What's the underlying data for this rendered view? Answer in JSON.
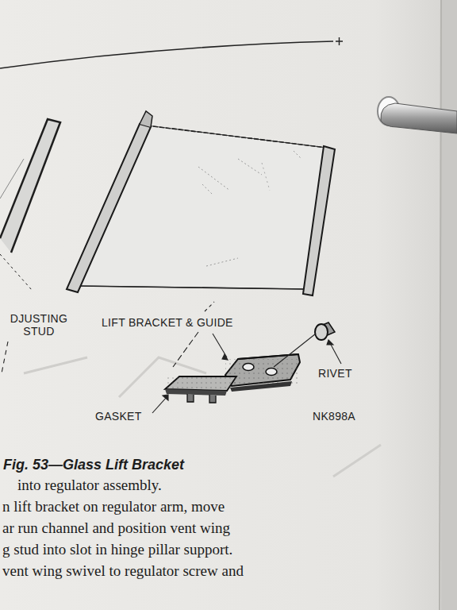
{
  "diagram": {
    "caption": "Fig. 53—Glass Lift Bracket",
    "labels": [
      "DJUSTING STUD",
      "LIFT BRACKET & GUIDE",
      "RIVET",
      "GASKET",
      "NK898A",
      "into regulator assembly.",
      "n lift bracket on regulator arm, move",
      "ar run channel and position vent wing",
      "g stud into slot in hinge pillar support.",
      "vent wing swivel to regulator screw and"
    ]
  }
}
